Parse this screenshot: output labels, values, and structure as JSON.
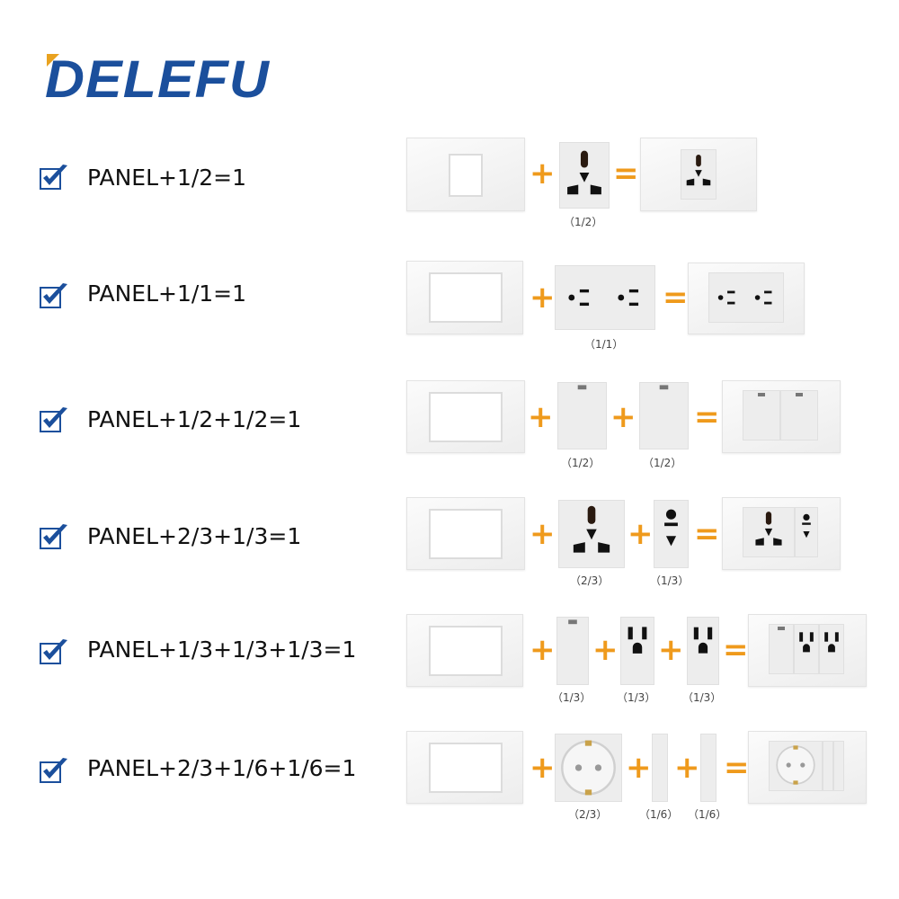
{
  "brand": {
    "logo": "DELEFU"
  },
  "colors": {
    "brand_blue": "#1b4f9c",
    "accent_orange": "#ef9a1c"
  },
  "operators": {
    "plus": "+",
    "equals": "="
  },
  "rows": [
    {
      "label": "PANEL+1/2=1",
      "captions": [
        "（1/2）"
      ]
    },
    {
      "label": "PANEL+1/1=1",
      "captions": [
        "（1/1）"
      ]
    },
    {
      "label": "PANEL+1/2+1/2=1",
      "captions": [
        "（1/2）",
        "（1/2）"
      ]
    },
    {
      "label": "PANEL+2/3+1/3=1",
      "captions": [
        "（2/3）",
        "（1/3）"
      ]
    },
    {
      "label": "PANEL+1/3+1/3+1/3=1",
      "captions": [
        "（1/3）",
        "（1/3）",
        "（1/3）"
      ]
    },
    {
      "label": "PANEL+2/3+1/6+1/6=1",
      "captions": [
        "（2/3）",
        "（1/6）",
        "（1/6）"
      ]
    }
  ]
}
